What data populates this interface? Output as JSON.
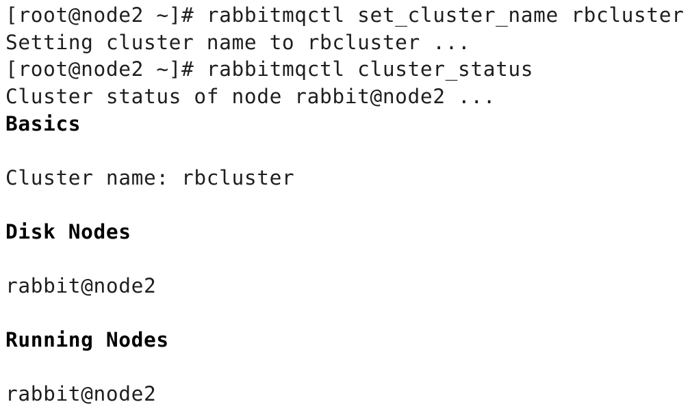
{
  "terminal": {
    "lines": [
      {
        "prompt": "[root@node2 ~]# ",
        "command": "rabbitmqctl set_cluster_name rbcluster"
      },
      {
        "text": "Setting cluster name to rbcluster ..."
      },
      {
        "prompt": "[root@node2 ~]# ",
        "command": "rabbitmqctl cluster_status"
      },
      {
        "text": "Cluster status of node rabbit@node2 ..."
      }
    ],
    "sections": {
      "basics": {
        "heading": "Basics",
        "cluster_name_line": "Cluster name: rbcluster"
      },
      "disk_nodes": {
        "heading": "Disk Nodes",
        "node": "rabbit@node2"
      },
      "running_nodes": {
        "heading": "Running Nodes",
        "node": "rabbit@node2"
      }
    }
  }
}
